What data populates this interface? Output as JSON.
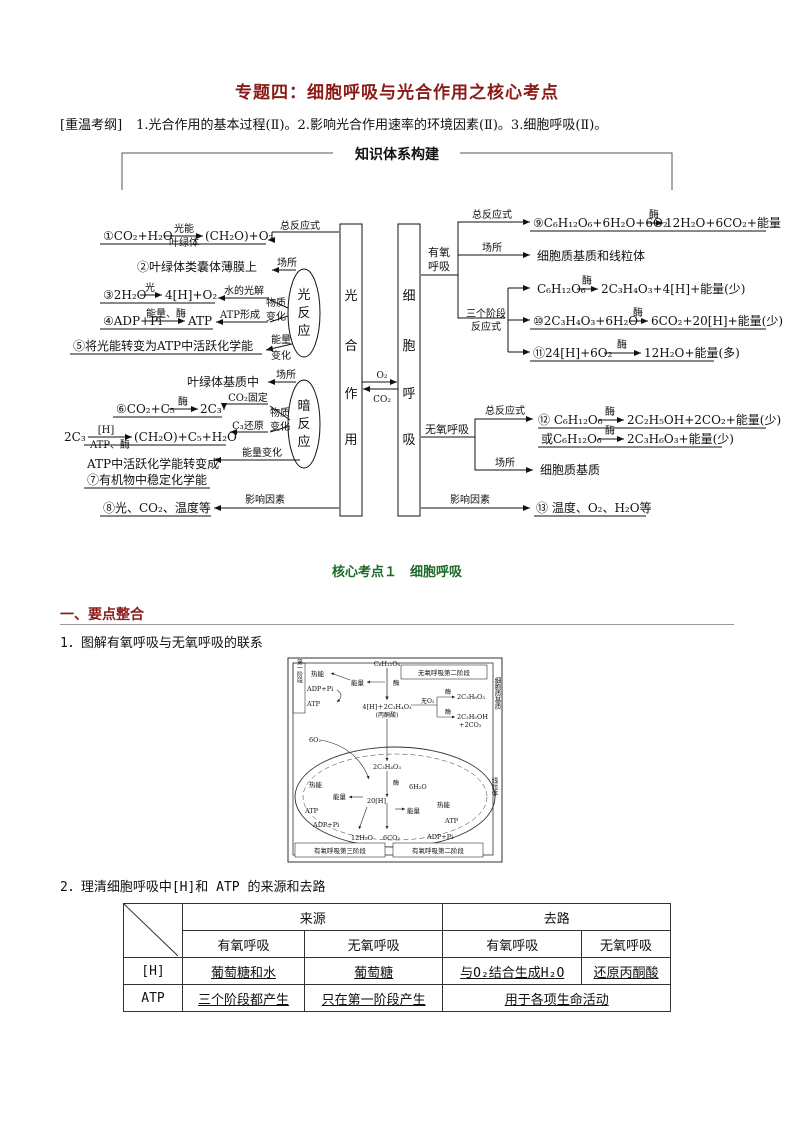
{
  "title": "专题四：细胞呼吸与光合作用之核心考点",
  "outline": {
    "lead": "[重温考纲]",
    "text": "1.光合作用的基本过程(Ⅱ)。2.影响光合作用速率的环境因素(Ⅱ)。3.细胞呼吸(Ⅱ)。"
  },
  "knowledge": {
    "header": "知识体系构建",
    "photo_box": "光合作用",
    "resp_box": "细胞呼吸",
    "light_oval": "光反应",
    "dark_oval": "暗反应",
    "o2": "O₂",
    "co2": "CO₂",
    "left": {
      "l1": "①CO₂+H₂O",
      "l1_top": "光能",
      "l1_bot": "叶绿体",
      "l1_res": "(CH₂O)+O₂",
      "l1_tag": "总反应式",
      "l2": "②叶绿体类囊体薄膜上",
      "l2_tag": "场所",
      "l3": "③2H₂O",
      "l3_top": "光",
      "l3_res": "4[H]+O₂",
      "l3_tag": "水的光解",
      "wz1": "物质",
      "bh1": "变化",
      "l4": "④ADP+Pi",
      "l4_top": "能量、酶",
      "l4_res": "ATP",
      "l4_tag": "ATP形成",
      "l5": "⑤将光能转变为ATP中活跃化学能",
      "l5_tag1": "能量",
      "l5_tag2": "变化",
      "l6": "叶绿体基质中",
      "l6_tag": "场所",
      "l7": "⑥CO₂+C₅",
      "l7_top": "酶",
      "l7_res": "2C₃",
      "l7_tag": "CO₂固定",
      "wz2": "物质",
      "bh2": "变化",
      "l8": "2C₃",
      "l8_top": "[H]",
      "l8_bot": "ATP、酶",
      "l8_res": "(CH₂O)+C₅+H₂O",
      "l8_tag": "C₃还原",
      "l9": "ATP中活跃化学能转变成",
      "l9_tag": "能量变化",
      "l10": "⑦有机物中稳定化学能",
      "l11": "⑧光、CO₂、温度等",
      "l11_tag": "影响因素"
    },
    "right": {
      "aer": "有氧",
      "aer2": "呼吸",
      "r1_tag": "总反应式",
      "r1": "⑨C₆H₁₂O₆+6H₂O+6O₂",
      "r1_top": "酶",
      "r1_res": "12H₂O+6CO₂+能量",
      "r2_tag": "场所",
      "r2": "细胞质基质和线粒体",
      "r3": "C₆H₁₂O₆",
      "r3_top": "酶",
      "r3_res": "2C₃H₄O₃+4[H]+能量(少)",
      "three": "三个阶段",
      "three2": "反应式",
      "r4": "⑩2C₃H₄O₃+6H₂O",
      "r4_top": "酶",
      "r4_res": "6CO₂+20[H]+能量(少)",
      "r5": "⑪24[H]+6O₂",
      "r5_top": "酶",
      "r5_res": "12H₂O+能量(多)",
      "ana": "无氧呼吸",
      "r6_tag": "总反应式",
      "r6": "⑫ C₆H₁₂O₆",
      "r6_top": "酶",
      "r6_res": "2C₂H₅OH+2CO₂+能量(少)",
      "r7": "或C₆H₁₂O₆",
      "r7_top": "酶",
      "r7_res": "2C₃H₆O₃+能量(少)",
      "r8_tag": "场所",
      "r8": "细胞质基质",
      "r9_tag": "影响因素",
      "r9": "⑬ 温度、O₂、H₂O等"
    }
  },
  "core_point": "核心考点１　细胞呼吸",
  "section1": "一、要点整合",
  "item1": "1．图解有氧呼吸与无氧呼吸的联系",
  "figure": {
    "stage1": "第一阶段",
    "glucose": "C₆H₁₂O₆",
    "heat1": "热能",
    "adp1": "ADP+Pi",
    "energy1": "能量",
    "atp1": "ATP",
    "enzyme": "酶",
    "ana_stage2": "无氧呼吸第二阶段",
    "cyto": "细胞质基质",
    "pyruvate": "4[H]＋2C₃H₄O₃",
    "pyr_name": "(丙酮酸)",
    "no_o2": "无O₂",
    "lactate": "2C₃H₆O₃",
    "ethanol": "2C₂H₅OH",
    "co2b": "+2CO₂",
    "o2": "6O₂",
    "pyr2": "2C₃H₄O₃",
    "h2o6": "6H₂O",
    "h20": "20[H]",
    "heat2": "热能",
    "energy2": "能量",
    "atp2": "ATP",
    "adp2": "ADP+Pi",
    "h2o12": "12H₂O",
    "co26": "6CO₂",
    "heat3": "热能",
    "energy3": "能量",
    "atp3": "ATP",
    "adp3": "ADP+Pi",
    "mito": "线粒体",
    "stage3": "有氧呼吸第三阶段",
    "stage2": "有氧呼吸第二阶段"
  },
  "item2": "2．理清细胞呼吸中[H]和 ATP 的来源和去路",
  "table": {
    "src": "来源",
    "dst": "去路",
    "aer": "有氧呼吸",
    "ana": "无氧呼吸",
    "aer2": "有氧呼吸",
    "ana2": "无氧呼吸",
    "row1": "[H]",
    "r1c1": "葡萄糖和水",
    "r1c2": "葡萄糖",
    "r1c3": "与O₂结合生成H₂O",
    "r1c4": "还原丙酮酸",
    "row2": "ATP",
    "r2c1": "三个阶段都产生",
    "r2c2": "只在第一阶段产生",
    "r2c3": "用于各项生命活动"
  }
}
